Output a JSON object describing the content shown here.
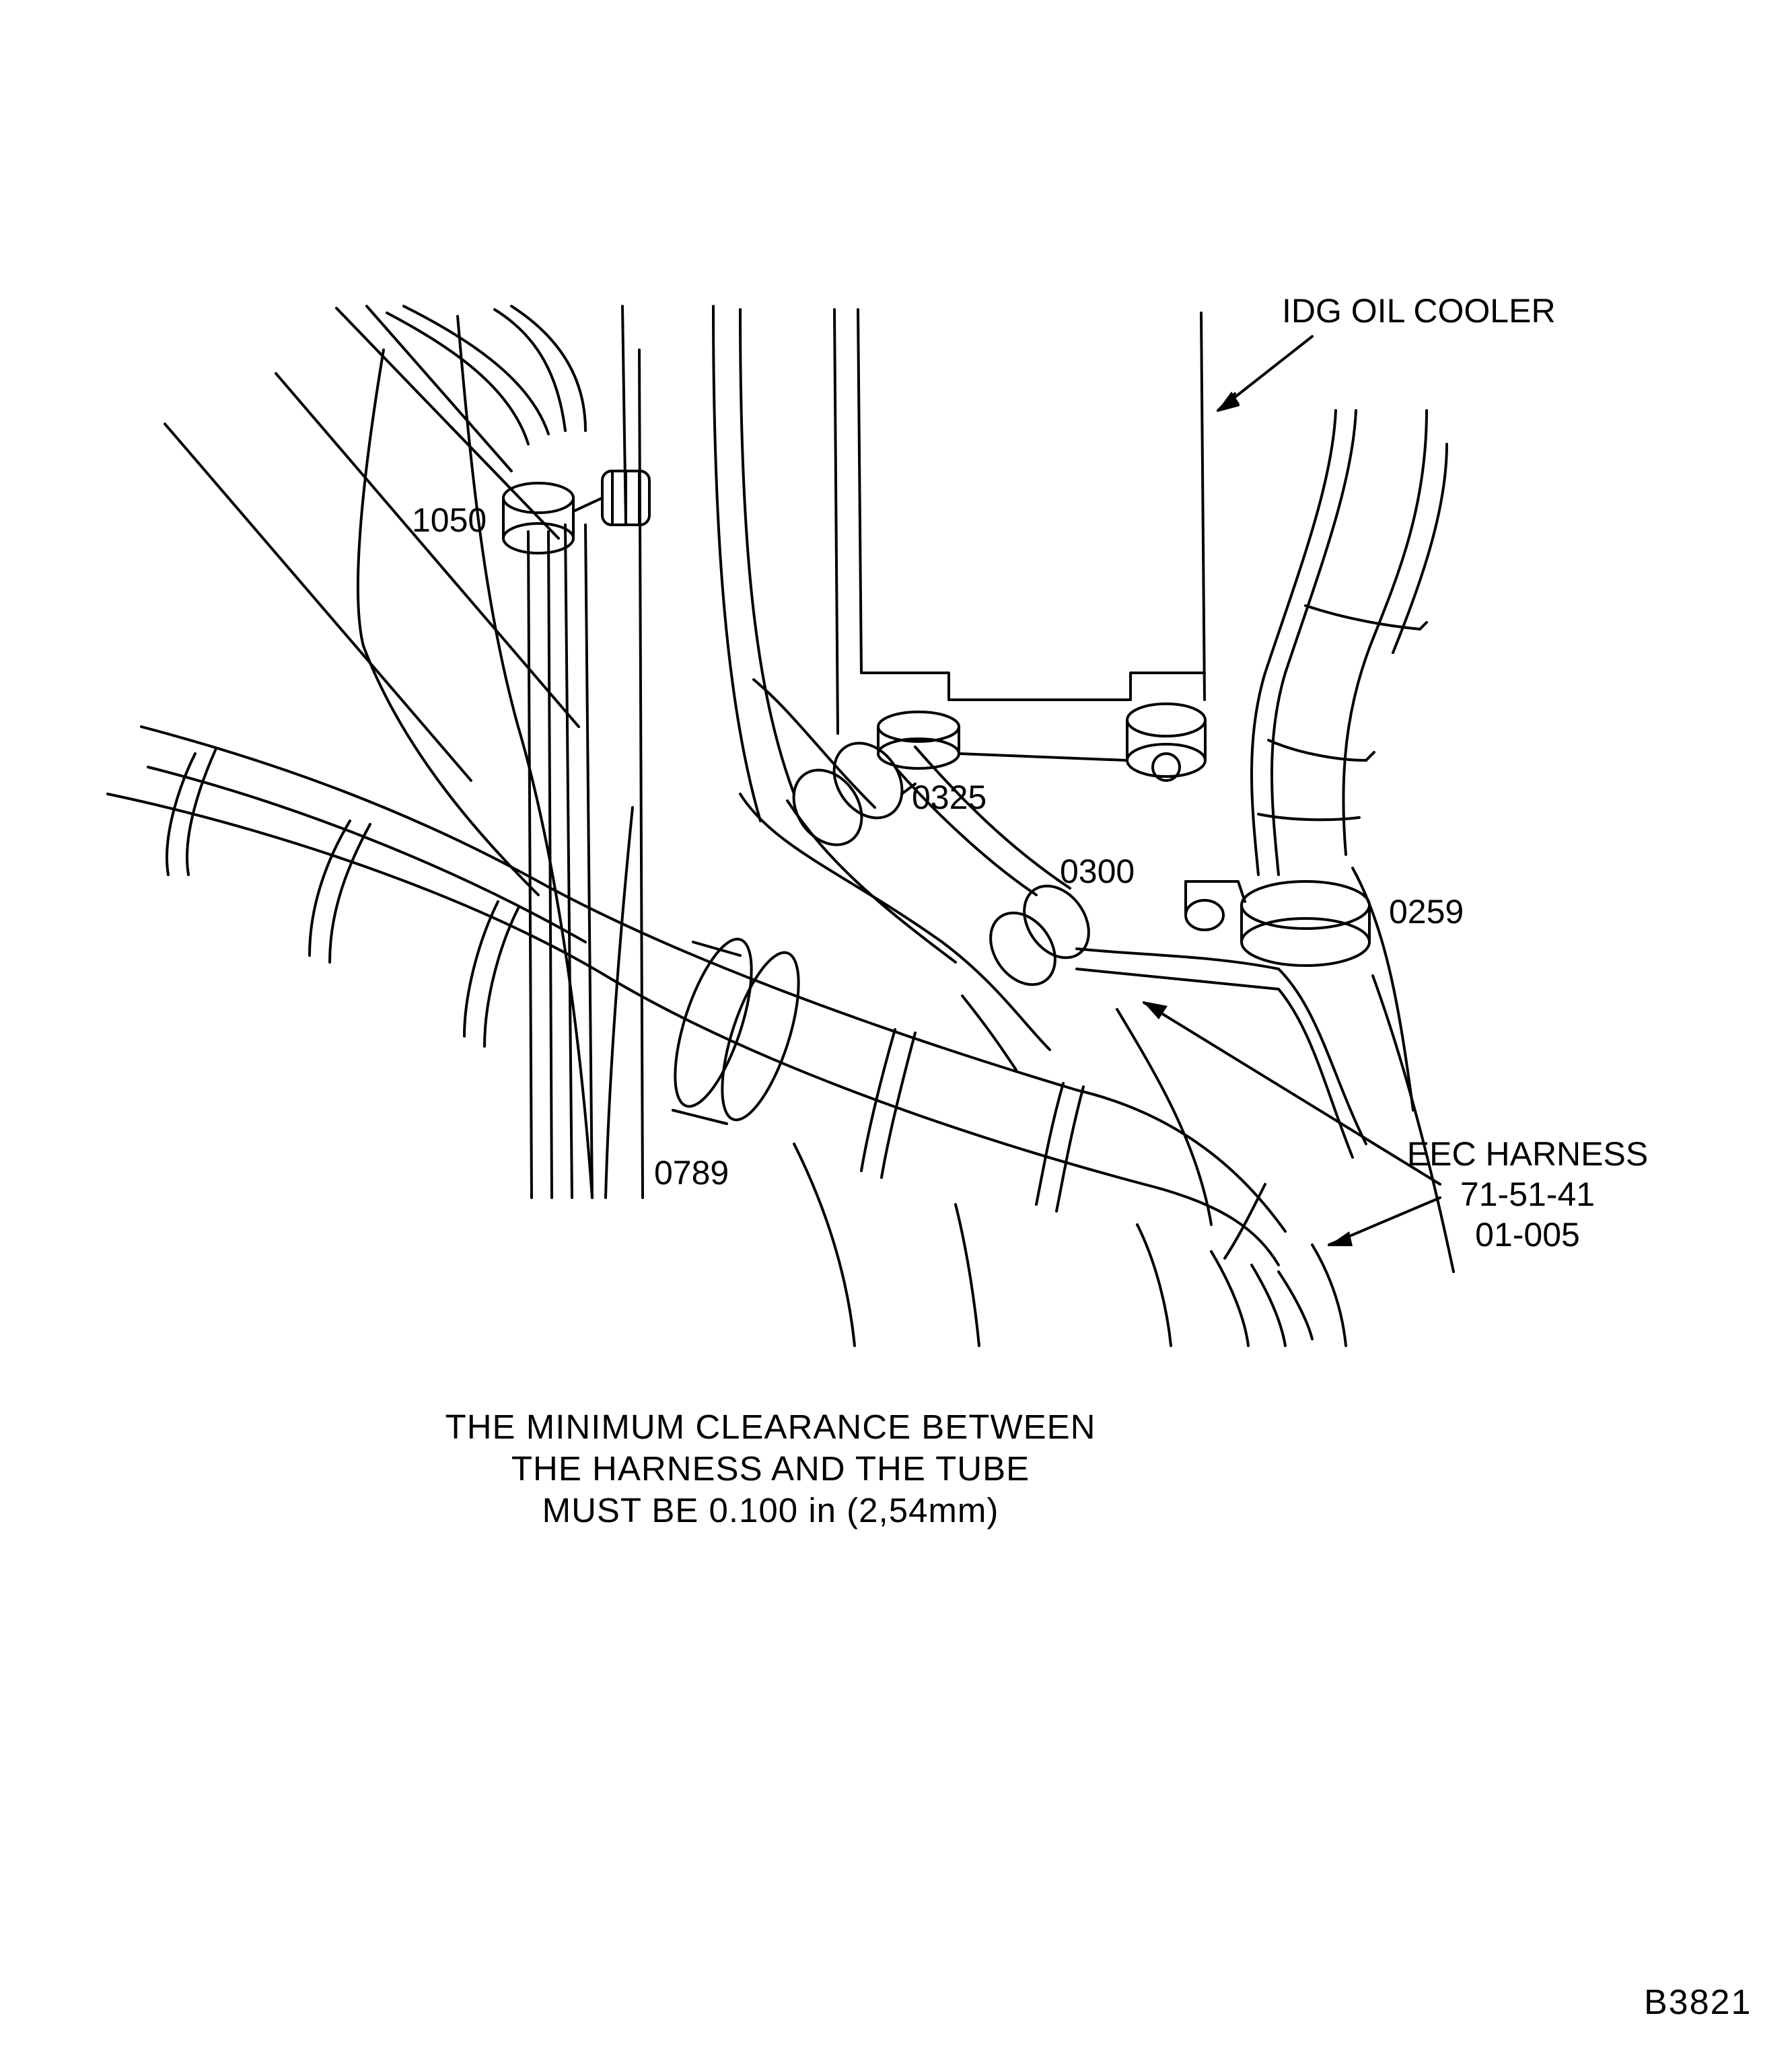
{
  "callouts": {
    "idg_oil_cooler": "IDG OIL COOLER",
    "p1050": "1050",
    "p0325": "0325",
    "p0300": "0300",
    "p0259": "0259",
    "p0789": "0789",
    "eec_harness": {
      "line1": "EEC HARNESS",
      "line2": "71-51-41",
      "line3": "01-005"
    }
  },
  "caption": {
    "line1": "THE MINIMUM CLEARANCE BETWEEN",
    "line2": "THE HARNESS AND THE TUBE",
    "line3": "MUST BE 0.100 in (2,54mm)"
  },
  "figure_number": "B3821",
  "colors": {
    "ink": "#000000",
    "paper": "#ffffff"
  }
}
